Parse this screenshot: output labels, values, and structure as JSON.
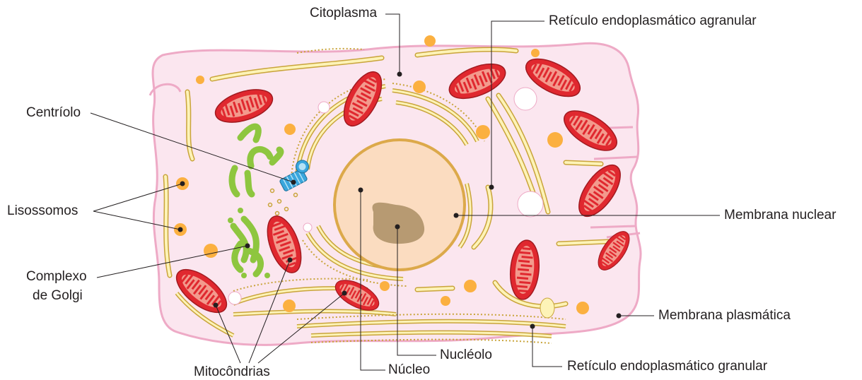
{
  "labels": {
    "citoplasma": "Citoplasma",
    "ret_agranular": "Retículo endoplasmático agranular",
    "centriolo": "Centríolo",
    "lisossomos": "Lisossomos",
    "complexo_line1": "Complexo",
    "complexo_line2": "de Golgi",
    "mitocondrias": "Mitocôndrias",
    "nucleo": "Núcleo",
    "nucleolo": "Nucléolo",
    "membrana_nuclear": "Membrana nuclear",
    "membrana_plasmatica": "Membrana plasmática",
    "ret_granular": "Retículo endoplasmático granular"
  },
  "colors": {
    "cell_fill": "#fbe6ef",
    "cell_stroke": "#eeaac6",
    "nucleus_fill": "#fbdcc0",
    "nuclear_membrane": "#dca94a",
    "nucleolus": "#b79a72",
    "mitochondria_outer": "#e0282f",
    "mitochondria_inner": "#f39a8d",
    "golgi": "#8ec63f",
    "er_fill": "#fdf3b7",
    "er_stroke": "#c9a43a",
    "lysosome": "#fbb040",
    "centriole": "#3aa6dd",
    "vacuole": "#ffffff",
    "line": "#231f20"
  }
}
